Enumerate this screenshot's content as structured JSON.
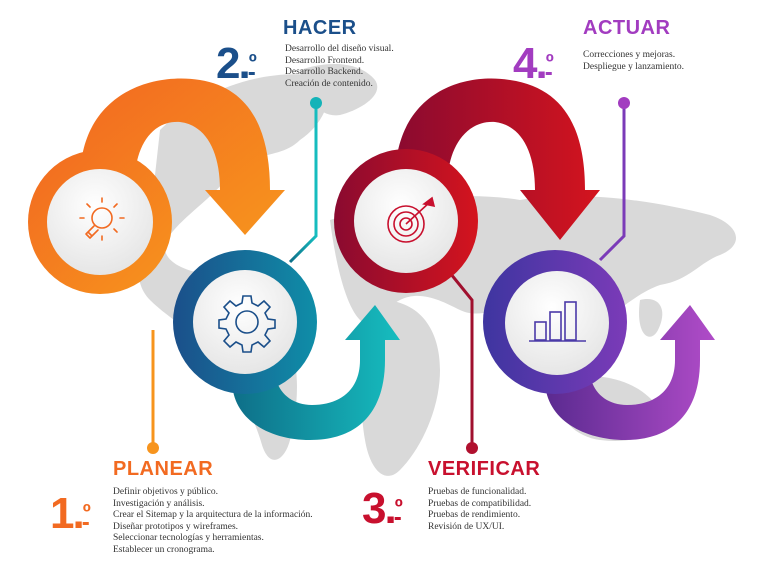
{
  "colors": {
    "planear": "#F26A21",
    "hacer": "#1B4F8A",
    "verificar": "#C8102E",
    "actuar": "#A23CC0",
    "map": "#D9D9D9",
    "teal": "#14B3B8",
    "purple": "#5B3AA8"
  },
  "steps": [
    {
      "number": "1",
      "ordinal": "º",
      "title": "PLANEAR",
      "icon": "lightbulb-icon",
      "items": [
        "Definir objetivos y público.",
        "Investigación y análisis.",
        "Crear el Sitemap y la arquitectura de la información.",
        "Diseñar prototipos y wireframes.",
        "Seleccionar tecnologías y herramientas.",
        "Establecer un cronograma."
      ]
    },
    {
      "number": "2",
      "ordinal": "º",
      "title": "HACER",
      "icon": "gear-icon",
      "items": [
        "Desarrollo del diseño visual.",
        "Desarrollo Frontend.",
        "Desarrollo Backend.",
        "Creación de contenido."
      ]
    },
    {
      "number": "3",
      "ordinal": "º",
      "title": "VERIFICAR",
      "icon": "target-icon",
      "items": [
        "Pruebas de funcionalidad.",
        "Pruebas de compatibilidad.",
        "Pruebas de rendimiento.",
        "Revisión de UX/UI."
      ]
    },
    {
      "number": "4",
      "ordinal": "º",
      "title": "ACTUAR",
      "icon": "bar-chart-icon",
      "items": [
        "Correcciones y mejoras.",
        "Despliegue y lanzamiento."
      ]
    }
  ]
}
